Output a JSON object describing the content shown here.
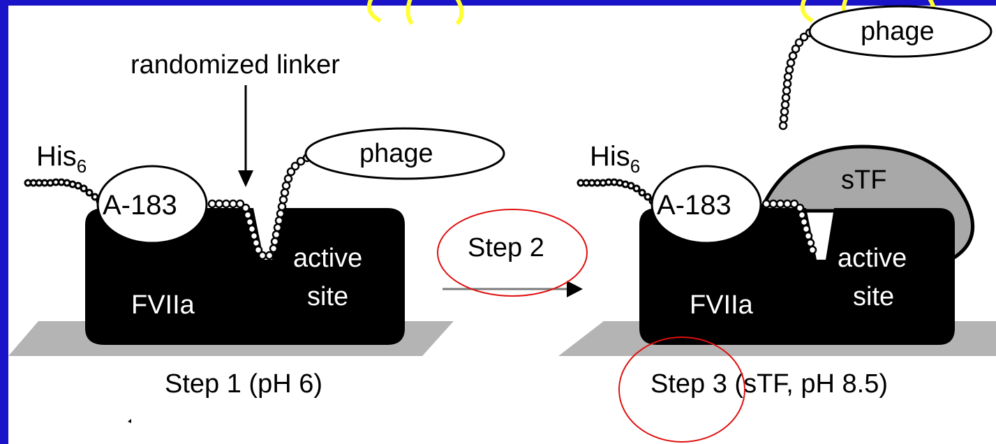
{
  "colors": {
    "slide_background": "#1a13c8",
    "figure_background": "#ffffff",
    "protein_body": "#000000",
    "surface": "#b4b4b4",
    "stf_fill": "#a8a8a8",
    "annotation_circle": "#e01010",
    "top_marks": "#ffff33"
  },
  "labels": {
    "randomized_linker": "randomized linker",
    "his_left": "His",
    "his_left_sub": "6",
    "his_right": "His",
    "his_right_sub": "6",
    "a183_left": "A-183",
    "a183_right": "A-183",
    "phage_left": "phage",
    "phage_right": "phage",
    "fviia_left": "FVIIa",
    "fviia_right": "FVIIa",
    "active_left": "active",
    "site_left": "site",
    "active_right": "active",
    "site_right": "site",
    "stf": "sTF",
    "step2": "Step 2",
    "step1": "Step 1 (pH 6)",
    "step3": "Step 3 (sTF, pH 8.5)"
  }
}
